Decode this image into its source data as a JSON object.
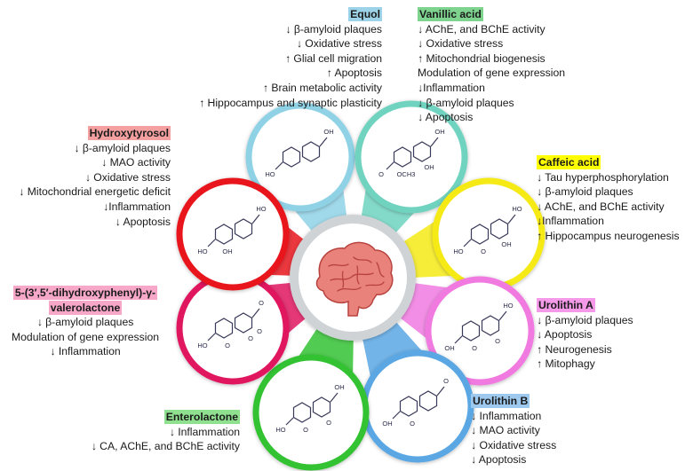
{
  "center": {
    "icon": "brain-icon"
  },
  "compounds": [
    {
      "id": "equol",
      "name": "Equol",
      "title_bg": "#9dd3e8",
      "ring": "#8fd2e6",
      "effects": [
        "↓ β-amyloid plaques",
        "↓ Oxidative stress",
        "↑ Glial cell migration",
        "↑ Apoptosis",
        "↑ Brain metabolic activity",
        "↑ Hippocampus and synaptic plasticity"
      ]
    },
    {
      "id": "vanillic",
      "name": "Vanillic acid",
      "title_bg": "#7ed48f",
      "ring": "#6fd3bf",
      "effects": [
        "↓ AChE, and BChE activity",
        "↓ Oxidative stress",
        "↑ Mitochondrial biogenesis",
        "Modulation of gene expression",
        "↓Inflammation",
        "↓ β-amyloid plaques",
        "↓ Apoptosis"
      ]
    },
    {
      "id": "caffeic",
      "name": "Caffeic acid",
      "title_bg": "#ffff00",
      "ring": "#f5ea16",
      "effects": [
        "↓ Tau hyperphosphorylation",
        "↓ β-amyloid plaques",
        "↓ AChE, and BChE activity",
        "↓Inflammation",
        "↑ Hippocampus neurogenesis"
      ]
    },
    {
      "id": "urolithin_a",
      "name": "Urolithin A",
      "title_bg": "#f59ae8",
      "ring": "#f07ae0",
      "effects": [
        "↓ β-amyloid plaques",
        "↓ Apoptosis",
        "↑ Neurogenesis",
        "↑ Mitophagy"
      ]
    },
    {
      "id": "urolithin_b",
      "name": "Urolithin B",
      "title_bg": "#9dc9ee",
      "ring": "#5aa7e4",
      "effects": [
        "↓ Inflammation",
        "↓ MAO activity",
        "↓ Oxidative stress",
        "↓ Apoptosis"
      ]
    },
    {
      "id": "enterolactone",
      "name": "Enterolactone",
      "title_bg": "#8fe08f",
      "ring": "#33c233",
      "effects": [
        "↓ Inflammation",
        "↓ CA, AChE, and BChE activity"
      ]
    },
    {
      "id": "valerolactone",
      "name": "5-(3′,5′-dihydroxyphenyl)-γ-valerolactone",
      "name_lines": [
        "5-(3′,5′-dihydroxyphenyl)-γ-",
        "valerolactone"
      ],
      "title_bg": "#f7a8c8",
      "ring": "#e0155f",
      "effects": [
        "↓ β-amyloid plaques",
        "Modulation of gene expression",
        "↓ Inflammation"
      ]
    },
    {
      "id": "hydroxytyrosol",
      "name": "Hydroxytyrosol",
      "title_bg": "#f4a0a0",
      "ring": "#e8141c",
      "effects": [
        "↓ β-amyloid plaques",
        "↓ MAO activity",
        "↓ Oxidative stress",
        "↓ Mitochondrial energetic deficit",
        "↓Inflammation",
        "↓ Apoptosis"
      ]
    }
  ],
  "structure_labels": {
    "equol": [
      "HO",
      "OH"
    ],
    "vanillic": [
      "O",
      "OH",
      "OCH3",
      "OH"
    ],
    "caffeic": [
      "HO",
      "HO",
      "O",
      "OH"
    ],
    "urolithin_a": [
      "OH",
      "HO",
      "O",
      "O"
    ],
    "urolithin_b": [
      "OH",
      "O",
      "O"
    ],
    "enterolactone": [
      "HO",
      "OH",
      "O",
      "O"
    ],
    "valerolactone": [
      "HO",
      "O",
      "O",
      "O",
      "O"
    ],
    "hydroxytyrosol": [
      "HO",
      "HO",
      "OH"
    ]
  }
}
